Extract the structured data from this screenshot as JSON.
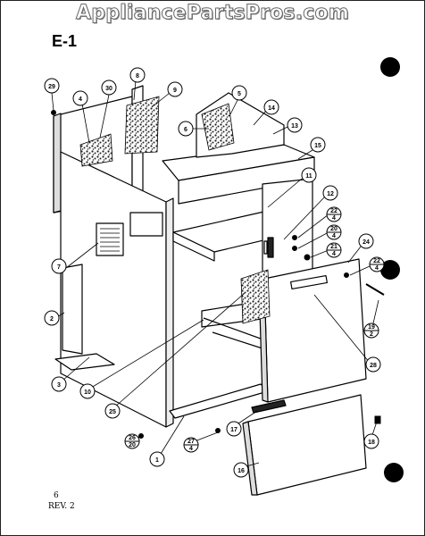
{
  "header": {
    "watermark": "AppliancePartsPros.com",
    "section_label": "E-1"
  },
  "footer": {
    "page": "6",
    "revision": "REV. 2"
  },
  "callouts": [
    {
      "id": "c29",
      "label": "29"
    },
    {
      "id": "c4",
      "label": "4"
    },
    {
      "id": "c30",
      "label": "30"
    },
    {
      "id": "c8",
      "label": "8"
    },
    {
      "id": "c9",
      "label": "9"
    },
    {
      "id": "c5",
      "label": "5"
    },
    {
      "id": "c14",
      "label": "14"
    },
    {
      "id": "c6",
      "label": "6"
    },
    {
      "id": "c13",
      "label": "13"
    },
    {
      "id": "c15",
      "label": "15"
    },
    {
      "id": "c11",
      "label": "11"
    },
    {
      "id": "c12",
      "label": "12"
    },
    {
      "id": "c22a",
      "label": "22",
      "sub": "4"
    },
    {
      "id": "c20",
      "label": "20",
      "sub": "4"
    },
    {
      "id": "c21",
      "label": "21",
      "sub": "4"
    },
    {
      "id": "c24",
      "label": "24"
    },
    {
      "id": "c22b",
      "label": "22",
      "sub": "4"
    },
    {
      "id": "c19",
      "label": "19",
      "sub": "2"
    },
    {
      "id": "c7",
      "label": "7"
    },
    {
      "id": "c2",
      "label": "2"
    },
    {
      "id": "c28",
      "label": "28"
    },
    {
      "id": "c3",
      "label": "3"
    },
    {
      "id": "c10",
      "label": "10"
    },
    {
      "id": "c25",
      "label": "25"
    },
    {
      "id": "c26",
      "label": "26",
      "sub": "20"
    },
    {
      "id": "c27",
      "label": "27",
      "sub": "4"
    },
    {
      "id": "c1",
      "label": "1"
    },
    {
      "id": "c17",
      "label": "17"
    },
    {
      "id": "c18",
      "label": "18"
    },
    {
      "id": "c16",
      "label": "16"
    }
  ]
}
